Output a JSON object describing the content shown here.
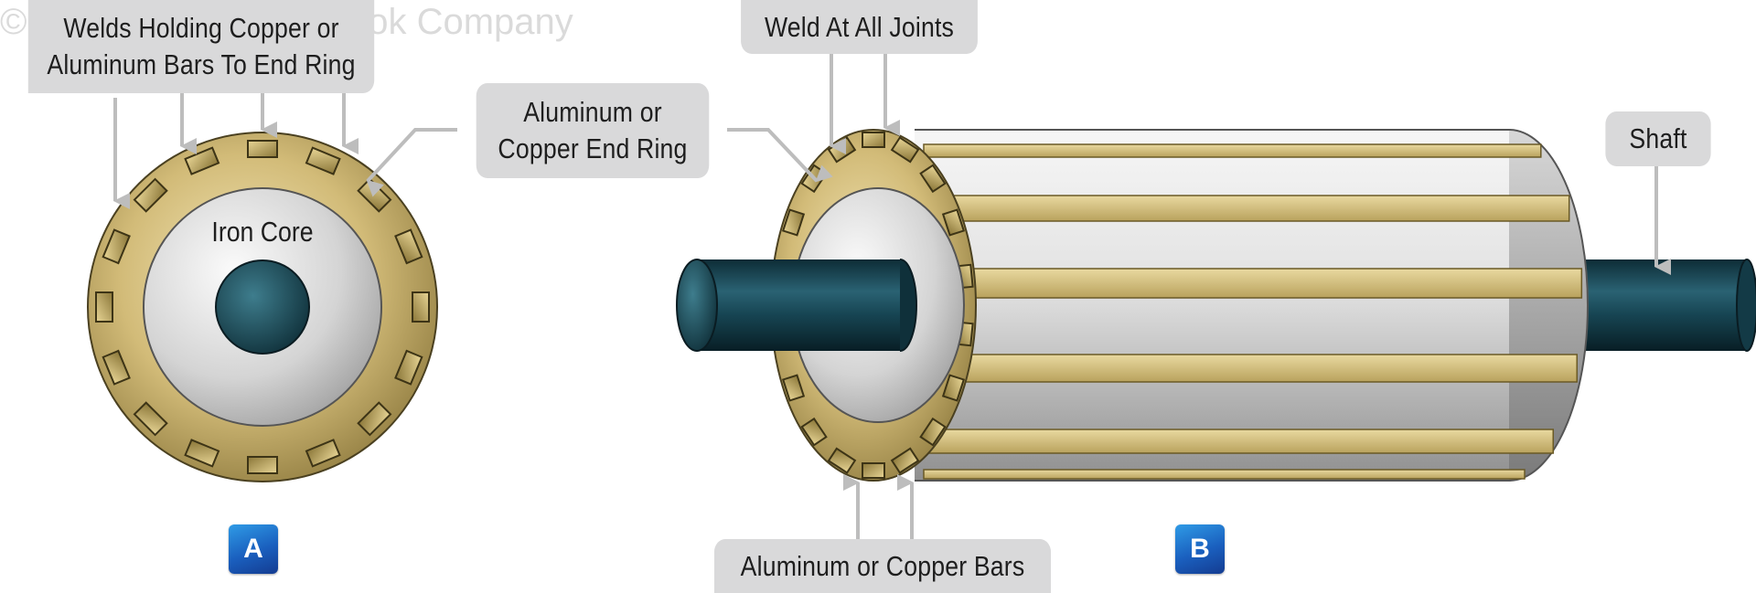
{
  "watermark": "© Aircraft Technical Book Company",
  "colors": {
    "ring_gold": "#c9b06a",
    "bar_gold": "#ddc888",
    "core_silver": "#d6d6d6",
    "shaft_dark": "#143844",
    "label_bg": "#d9d9da",
    "arrow": "#bdbdbd",
    "badge_blue": "#1a5fbe"
  },
  "labels": {
    "welds_line1": "Welds Holding Copper or",
    "welds_line2": "Aluminum Bars To End Ring",
    "end_ring_line1": "Aluminum or",
    "end_ring_line2": "Copper End Ring",
    "weld_joints": "Weld At All Joints",
    "shaft": "Shaft",
    "bars": "Aluminum or Copper Bars",
    "iron_core": "Iron Core"
  },
  "badges": {
    "a": "A",
    "b": "B"
  }
}
